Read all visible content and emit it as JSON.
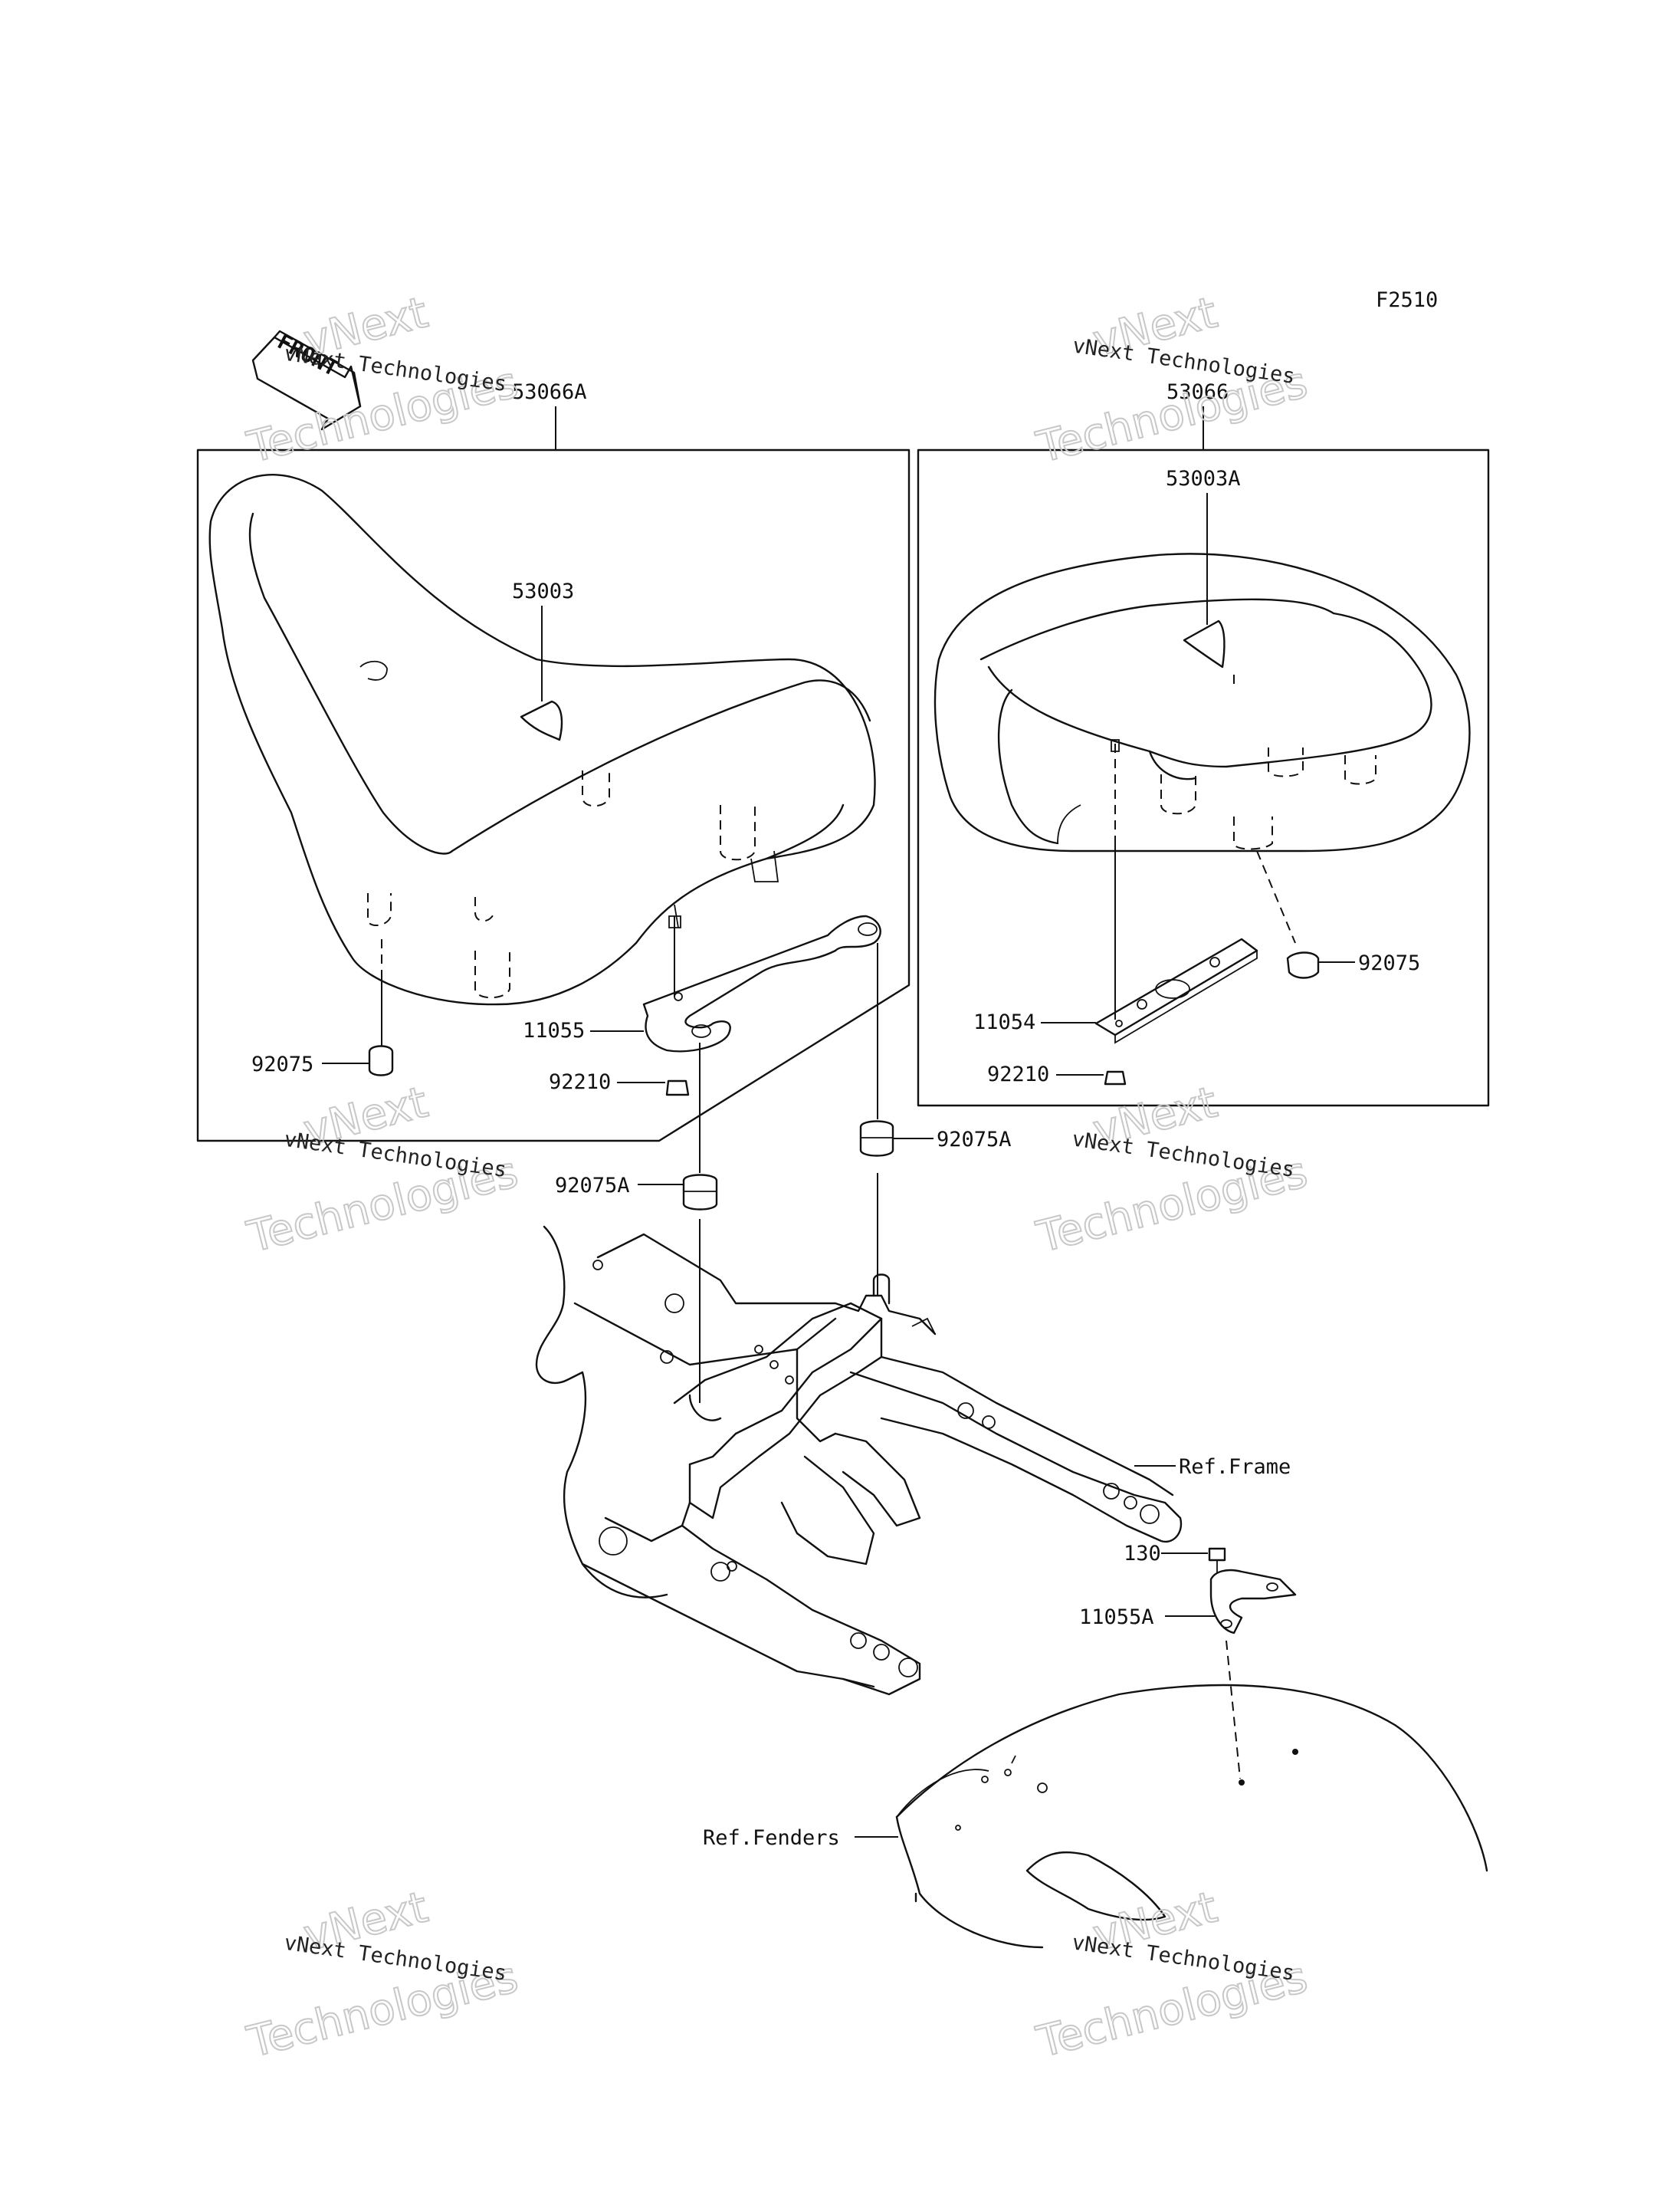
{
  "figure_code": "F2510",
  "front_badge": "FRONT",
  "watermark": {
    "line1": "vNext Technologies",
    "line2": "vNext",
    "line3": "Technologies"
  },
  "callouts": {
    "rider_seat_assy": "53066A",
    "passenger_seat_assy": "53066",
    "rider_seat": "53003",
    "passenger_seat": "53003A",
    "rider_bracket": "11055",
    "passenger_bracket": "11054",
    "rider_damper": "92075",
    "passenger_damper": "92075",
    "rider_nut": "92210",
    "passenger_nut": "92210",
    "damper_a_left": "92075A",
    "damper_a_right": "92075A",
    "bolt": "130",
    "rear_bracket": "11055A",
    "ref_frame": "Ref.Frame",
    "ref_fenders": "Ref.Fenders"
  },
  "icons": {
    "front_arrow": "front-arrow-icon"
  }
}
